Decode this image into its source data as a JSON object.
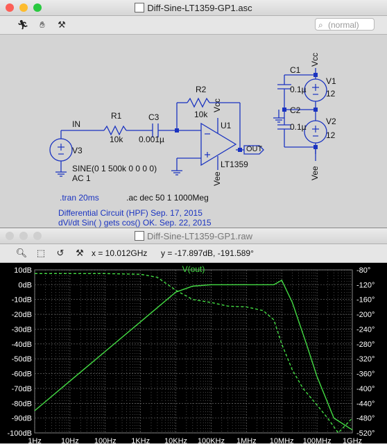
{
  "schematic_window": {
    "title": "Diff-Sine-LT1359-GP1.asc",
    "search_placeholder": "(normal)",
    "labels": {
      "in": "IN",
      "r1": "R1",
      "r1_val": "10k",
      "c3": "C3",
      "c3_val": "0.001µ",
      "r2": "R2",
      "r2_val": "10k",
      "u1": "U1",
      "u1_part": "LT1359",
      "vcc": "Vcc",
      "vee": "Vee",
      "out": "OUT",
      "v3": "V3",
      "v3_spec": "SINE(0 1 500k 0 0 0 0)",
      "v3_ac": "AC 1",
      "c1": "C1",
      "c1_val": "0.1µ",
      "c2": "C2",
      "c2_val": "0.1µ",
      "v1": "V1",
      "v1_val": "12",
      "v2": "V2",
      "v2_val": "12",
      "vcc2": "Vcc",
      "vee2": "Vee"
    },
    "directives": {
      "tran": ".tran 20ms",
      "ac": ".ac dec 50 1 1000Meg",
      "comment1": "Differential Circuit (HPF) Sep. 17, 2015",
      "comment2": "dVi/dt Sin( ) gets cos() OK. Sep. 22, 2015"
    }
  },
  "waveform_window": {
    "title": "Diff-Sine-LT1359-GP1.raw",
    "cursor_x": "x = 10.012GHz",
    "cursor_y": "y = -17.897dB, -191.589°"
  },
  "chart_data": {
    "type": "line",
    "title": "V(out)",
    "x_scale": "log",
    "xlim": [
      1,
      1000000000
    ],
    "x_ticks": [
      "1Hz",
      "10Hz",
      "100Hz",
      "1KHz",
      "10KHz",
      "100KHz",
      "1MHz",
      "10MHz",
      "100MHz",
      "1GHz"
    ],
    "y_left_ticks": [
      "10dB",
      "0dB",
      "-10dB",
      "-20dB",
      "-30dB",
      "-40dB",
      "-50dB",
      "-60dB",
      "-70dB",
      "-80dB",
      "-90dB",
      "-100dB"
    ],
    "y_left_lim": [
      -100,
      10
    ],
    "y_right_ticks": [
      "-80°",
      "-120°",
      "-160°",
      "-200°",
      "-240°",
      "-280°",
      "-320°",
      "-360°",
      "-400°",
      "-440°",
      "-480°",
      "-520°"
    ],
    "y_right_lim": [
      -520,
      -80
    ],
    "grid": true,
    "series": [
      {
        "name": "V(out)",
        "style": "solid",
        "axis": "left",
        "color": "#44dd44",
        "x": [
          1,
          10,
          100,
          1000,
          10000,
          30000,
          100000,
          1000000,
          6000000,
          10000000,
          20000000,
          50000000,
          100000000,
          300000000,
          1000000000
        ],
        "values": [
          -85,
          -65,
          -45,
          -25,
          -5,
          -1,
          0,
          0,
          0,
          3,
          -12,
          -40,
          -62,
          -90,
          -98
        ]
      },
      {
        "axis": "right",
        "style": "dashed",
        "color": "#44dd44",
        "x": [
          1,
          10,
          100,
          1000,
          3000,
          10000,
          30000,
          100000,
          300000,
          1000000,
          3000000,
          6000000,
          10000000,
          20000000,
          40000000,
          100000000,
          200000000,
          400000000,
          1000000000
        ],
        "values": [
          -90,
          -90,
          -90,
          -92,
          -100,
          -135,
          -160,
          -168,
          -178,
          -180,
          -190,
          -215,
          -280,
          -350,
          -400,
          -445,
          -480,
          -520,
          -480
        ]
      }
    ]
  },
  "colors": {
    "wire": "#1a33c0",
    "trace": "#44dd44",
    "plot_bg": "#000000"
  }
}
